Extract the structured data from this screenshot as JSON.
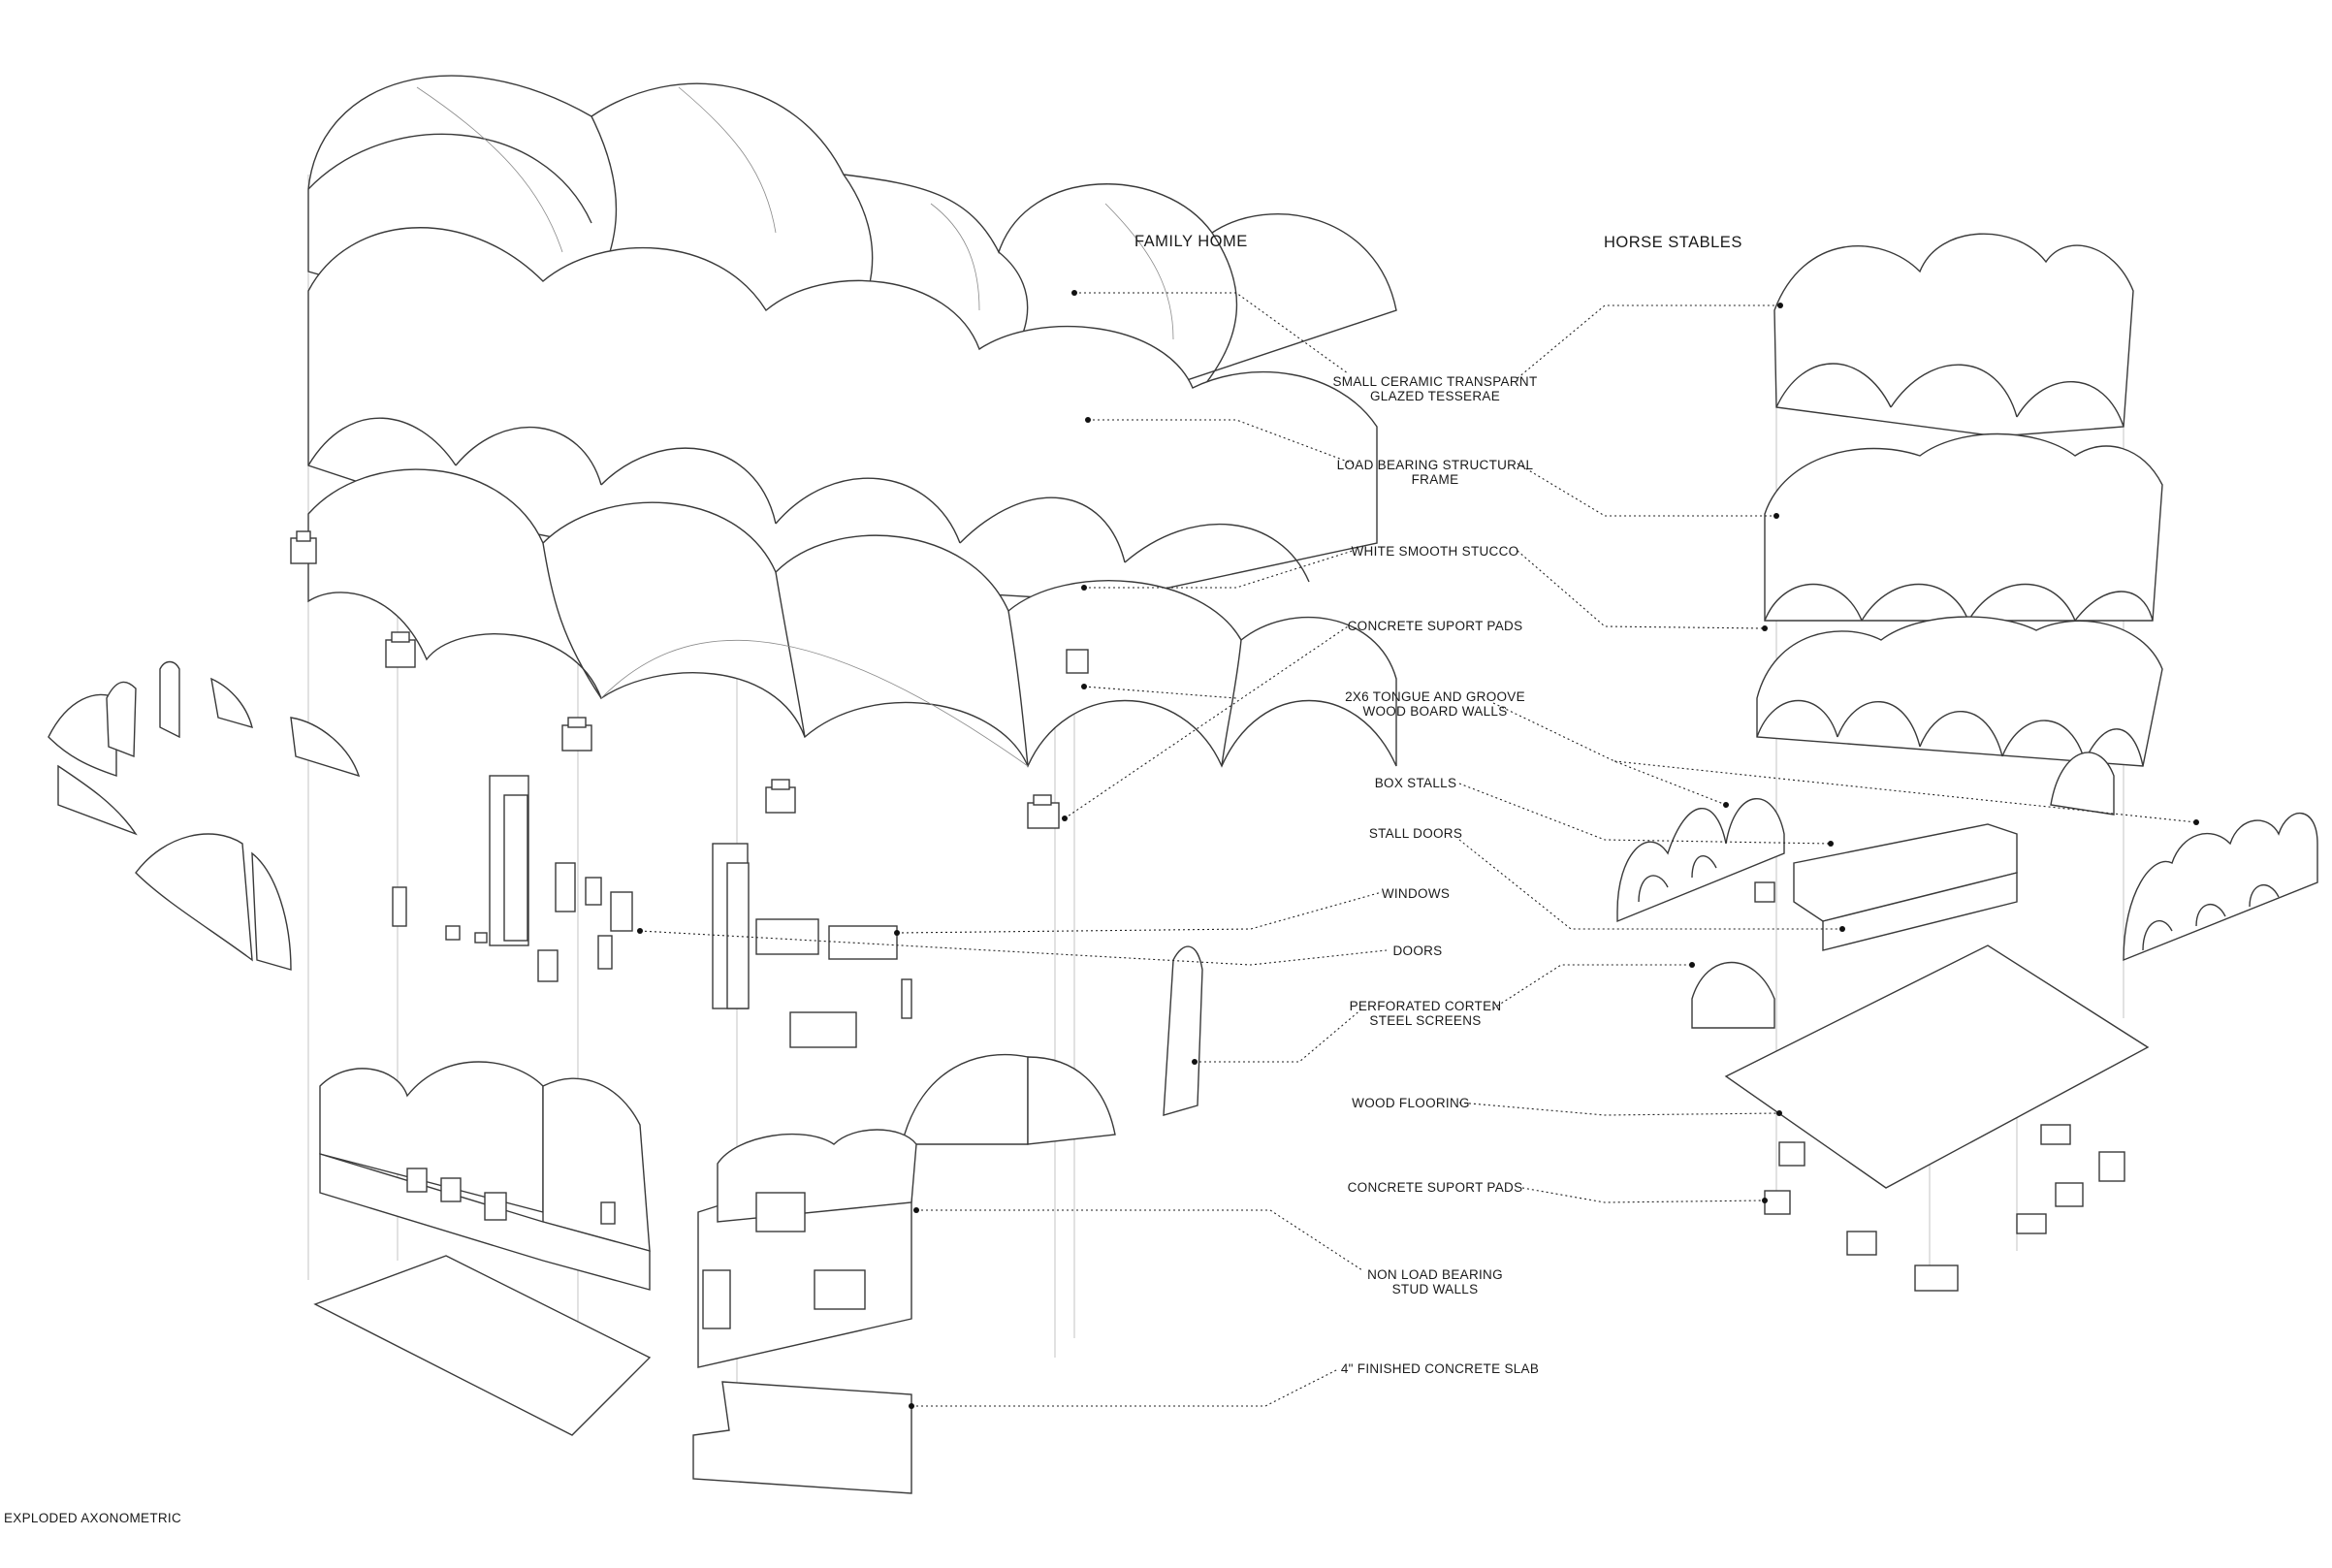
{
  "headers": {
    "family_home": "FAMILY HOME",
    "horse_stables": "HORSE STABLES"
  },
  "labels": [
    {
      "id": "tesserae",
      "text": "SMALL CERAMIC TRANSPARNT\nGLAZED TESSERAE"
    },
    {
      "id": "frame",
      "text": "LOAD BEARING STRUCTURAL\nFRAME"
    },
    {
      "id": "stucco",
      "text": "WHITE SMOOTH  STUCCO"
    },
    {
      "id": "pads_home",
      "text": "CONCRETE SUPORT PADS"
    },
    {
      "id": "tongue_groove",
      "text": "2X6 TONGUE AND GROOVE\nWOOD BOARD WALLS"
    },
    {
      "id": "box_stalls",
      "text": "BOX  STALLS"
    },
    {
      "id": "stall_doors",
      "text": "STALL DOORS"
    },
    {
      "id": "windows",
      "text": "WINDOWS"
    },
    {
      "id": "doors",
      "text": "DOORS"
    },
    {
      "id": "corten",
      "text": "PERFORATED CORTEN\nSTEEL SCREENS"
    },
    {
      "id": "wood_flooring",
      "text": "WOOD FLOORING"
    },
    {
      "id": "pads_stables",
      "text": "CONCRETE SUPORT PADS"
    },
    {
      "id": "stud_walls",
      "text": "NON LOAD BEARING\nSTUD WALLS"
    },
    {
      "id": "slab",
      "text": "4\" FINISHED CONCRETE SLAB"
    }
  ],
  "footer": {
    "title": "EXPLODED AXONOMETRIC"
  },
  "colors": {
    "tesserae_tint": "#f4f7c4",
    "line": "#3a3a3a",
    "background": "#ffffff"
  }
}
